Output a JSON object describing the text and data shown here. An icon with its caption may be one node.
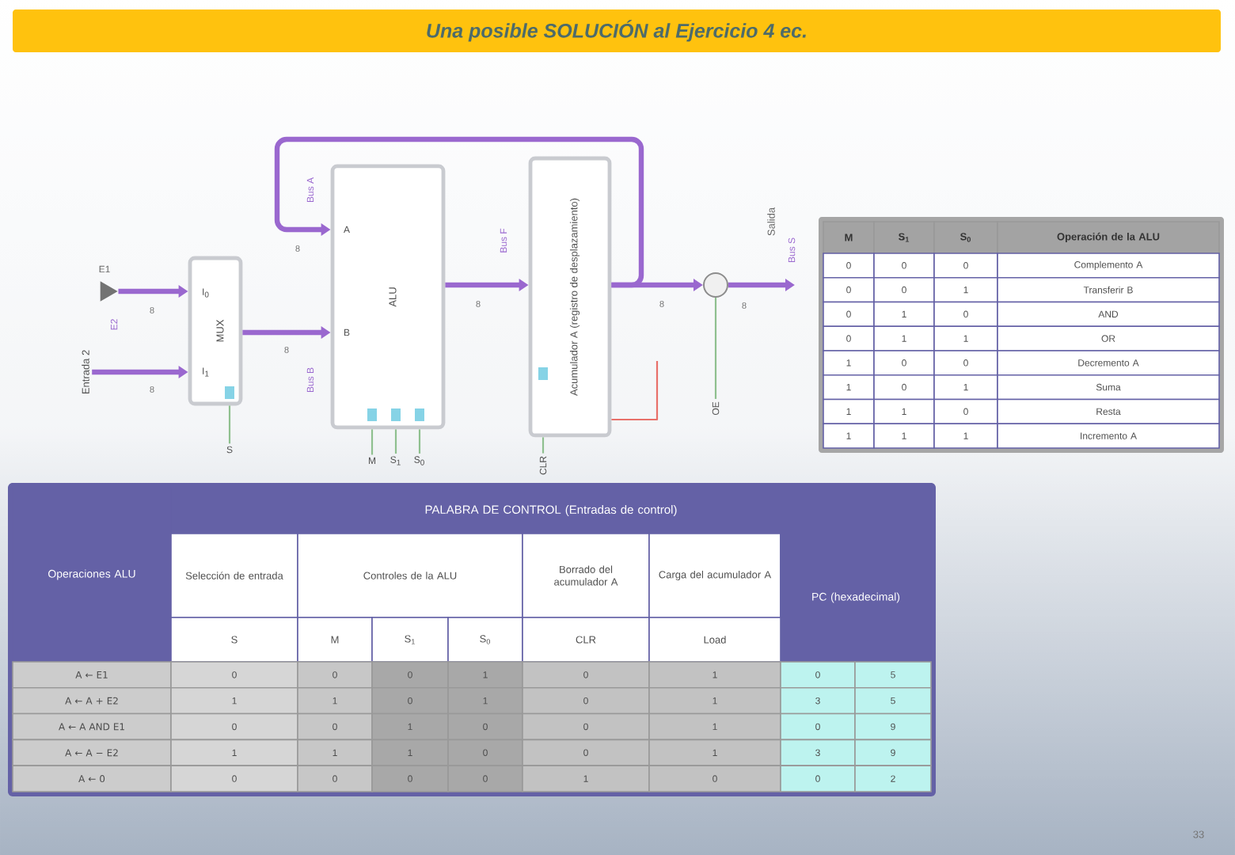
{
  "diagram": {
    "title": "Una posible SOLUCIÓN al Ejercicio 4 ec.",
    "nodes": [
      {
        "text": [],
        "shape": "triangle"
      },
      {
        "text": [
          "Entrada 2"
        ]
      },
      {
        "text": [
          "MUX",
          "I$_{0}$",
          "I$_{1}$"
        ]
      },
      {
        "text": [
          "ALU",
          "A",
          "B"
        ]
      },
      {
        "text": [
          "Acumulador A (registro de desplazamiento)"
        ]
      },
      {
        "text": [],
        "shape": "circle"
      },
      {
        "text": [
          "S"
        ]
      },
      {
        "text": [
          "M"
        ]
      },
      {
        "text": [
          "S$_{1}$"
        ]
      },
      {
        "text": [
          "S$_{0}$"
        ]
      },
      {
        "text": [
          "CLR"
        ]
      },
      {
        "text": [
          "OE"
        ]
      }
    ],
    "edges": [
      {
        "from": 0,
        "to": 2,
        "arrow": "to",
        "style": "thick"
      },
      {
        "from": 1,
        "to": 2,
        "arrow": "to",
        "style": "thick"
      },
      {
        "from": 2,
        "to": 3,
        "arrow": "to",
        "style": "thick",
        "label": "Bus B"
      },
      {
        "from": 3,
        "to": 4,
        "arrow": "to",
        "style": "thick",
        "label": "Bus F"
      },
      {
        "from": 4,
        "to": 5,
        "arrow": "to",
        "style": "thick"
      },
      {
        "from": 4,
        "to": 3,
        "arrow": "to",
        "style": "thick",
        "label": "Bus A"
      },
      {
        "from": 5,
        "to": null,
        "arrow": "to",
        "style": "thick",
        "label": "Bus S"
      },
      {
        "from": 6,
        "to": 2,
        "arrow": "none",
        "color": "#8fc08f"
      },
      {
        "from": 7,
        "to": 3,
        "arrow": "none",
        "color": "#8fc08f"
      },
      {
        "from": 8,
        "to": 3,
        "arrow": "none",
        "color": "#8fc08f"
      },
      {
        "from": 9,
        "to": 3,
        "arrow": "none",
        "color": "#8fc08f"
      },
      {
        "from": 10,
        "to": 4,
        "arrow": "none",
        "color": "#8fc08f"
      },
      {
        "from": 11,
        "to": 5,
        "arrow": "none",
        "color": "#8fc08f"
      },
      {
        "from": 4,
        "to": null,
        "arrow": "none",
        "color": "#e8706a"
      }
    ],
    "labels": [
      "E1",
      "E2",
      "8",
      "8",
      "8",
      "8",
      "8",
      "8",
      "8",
      "Salida",
      "M",
      "S$_{1}$",
      "S$_{0}$",
      "Operación de la ALU",
      "0",
      "0",
      "0",
      "Complemento A",
      "0",
      "0",
      "1",
      "Transferir B",
      "0",
      "1",
      "0",
      "AND",
      "0",
      "1",
      "1",
      "OR",
      "1",
      "0",
      "0",
      "Decremento A",
      "1",
      "0",
      "1",
      "Suma",
      "1",
      "1",
      "0",
      "Resta",
      "1",
      "1",
      "1",
      "Incremento A",
      "Operaciones ALU",
      "PALABRA DE CONTROL (Entradas de control)",
      "Selección de entrada",
      "Controles de la ALU",
      "Borrado del acumulador A",
      "Carga del acumulador A",
      "PC (hexadecimal)",
      "S",
      "M",
      "S$_{1}$",
      "S$_{0}$",
      "CLR",
      "Load",
      "A ← E1",
      "0",
      "0",
      "0",
      "1",
      "0",
      "1",
      "0",
      "5",
      "A ← A + E2",
      "1",
      "1",
      "0",
      "1",
      "0",
      "1",
      "3",
      "5",
      "A ← A AND E1",
      "0",
      "0",
      "1",
      "0",
      "0",
      "1",
      "0",
      "9",
      "A ← A − E2",
      "1",
      "1",
      "1",
      "0",
      "0",
      "1",
      "3",
      "9",
      "A ← 0",
      "0",
      "0",
      "0",
      "0",
      "1",
      "0",
      "0",
      "2",
      "33"
    ]
  }
}
